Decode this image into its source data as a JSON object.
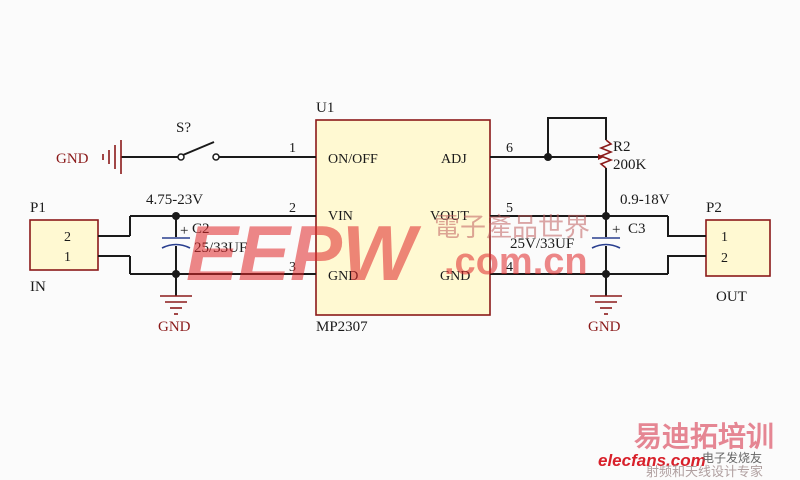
{
  "u1": {
    "designator": "U1",
    "part": "MP2307",
    "pins": [
      {
        "num": "1",
        "name": "ON/OFF"
      },
      {
        "num": "2",
        "name": "VIN"
      },
      {
        "num": "3",
        "name": "GND"
      },
      {
        "num": "6",
        "name": "ADJ"
      },
      {
        "num": "5",
        "name": "VOUT"
      },
      {
        "num": "4",
        "name": "GND"
      }
    ]
  },
  "switch": {
    "designator": "S?",
    "gnd": "GND"
  },
  "input": {
    "designator": "P1",
    "pin2": "2",
    "pin1": "1",
    "label": "IN",
    "voltage": "4.75-23V"
  },
  "c2": {
    "designator": "C2",
    "value": "25/33UF",
    "plus": "+"
  },
  "c3": {
    "designator": "C3",
    "value": "25V/33UF",
    "plus": "+"
  },
  "r2": {
    "designator": "R2",
    "value": "200K"
  },
  "output": {
    "designator": "P2",
    "pin1": "1",
    "pin2": "2",
    "label": "OUT",
    "voltage": "0.9-18V"
  },
  "gnd_left": "GND",
  "gnd_right": "GND",
  "watermark": {
    "brand": "EEPW",
    "site": ".com.cn",
    "cn": "電子產品世界",
    "elecfans": "elecfans.com",
    "elecfans_cn": "电子发烧友",
    "ad_cn": "易迪拓培训",
    "ad_cn2": "射频和天线设计专家"
  }
}
